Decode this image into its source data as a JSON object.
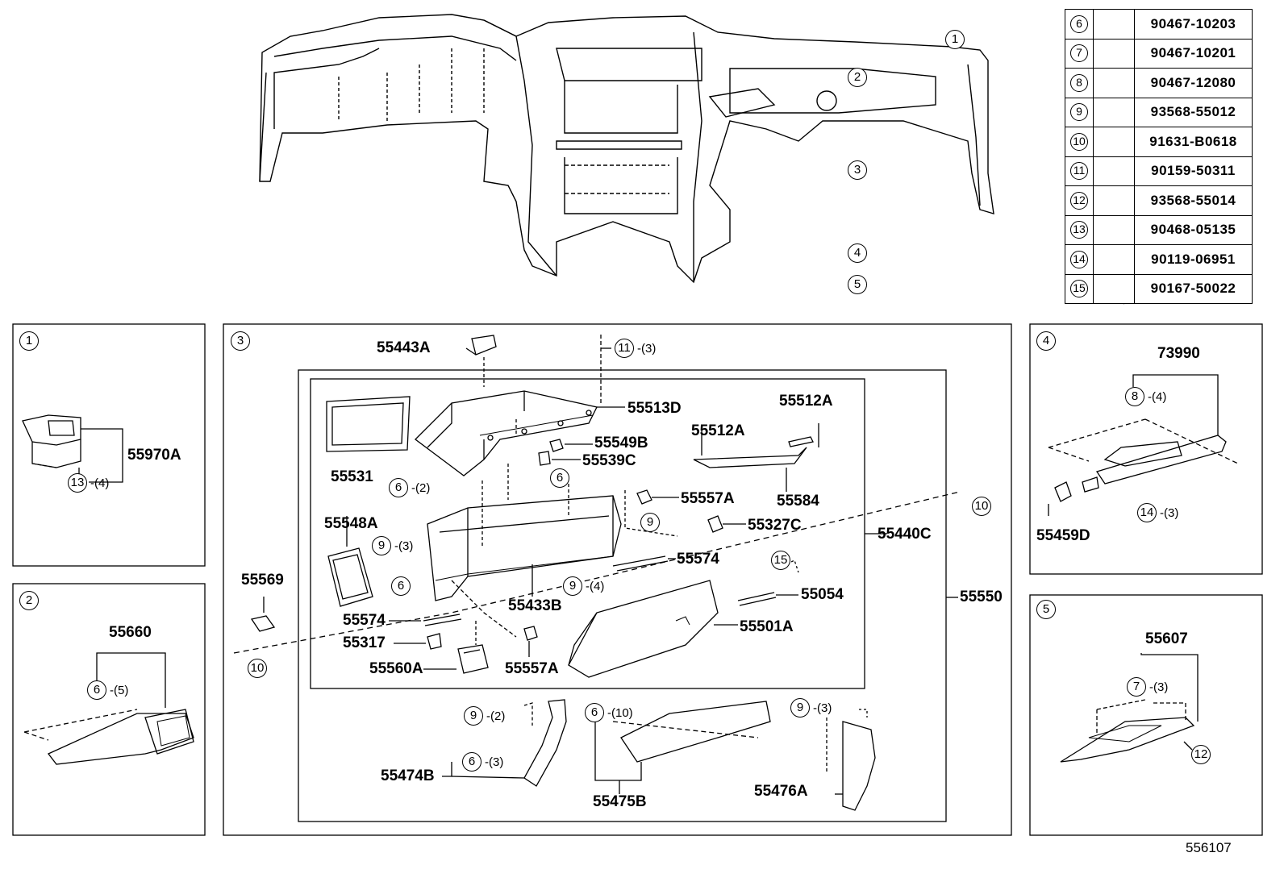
{
  "fastener_table": [
    {
      "num": "6",
      "part": "90467-10203",
      "icon": "clip-icon"
    },
    {
      "num": "7",
      "part": "90467-10201",
      "icon": "clip-icon"
    },
    {
      "num": "8",
      "part": "90467-12080",
      "icon": "clip-icon"
    },
    {
      "num": "9",
      "part": "93568-55012",
      "icon": "screw-icon"
    },
    {
      "num": "10",
      "part": "91631-B0618",
      "icon": "screw-icon"
    },
    {
      "num": "11",
      "part": "90159-50311",
      "icon": "screw-icon"
    },
    {
      "num": "12",
      "part": "93568-55014",
      "icon": "screw-icon"
    },
    {
      "num": "13",
      "part": "90468-05135",
      "icon": "clip-icon"
    },
    {
      "num": "14",
      "part": "90119-06951",
      "icon": "screw-icon"
    },
    {
      "num": "15",
      "part": "90167-50022",
      "icon": "screw-icon"
    }
  ],
  "overview_callouts": [
    "1",
    "2",
    "3",
    "4",
    "5"
  ],
  "panel1": {
    "num": "1",
    "part": "55970A",
    "clip": "13",
    "qty": "-(4)"
  },
  "panel2": {
    "num": "2",
    "part": "55660",
    "clip": "6",
    "qty": "-(5)"
  },
  "panel3": {
    "num": "3",
    "labels": {
      "p55443A": "55443A",
      "p55513D": "55513D",
      "p55549B": "55549B",
      "p55539C": "55539C",
      "p55531": "55531",
      "p55512A_1": "55512A",
      "p55512A_2": "55512A",
      "p55584": "55584",
      "p55557A_1": "55557A",
      "p55548A": "55548A",
      "p55327C": "55327C",
      "p55440C": "55440C",
      "p55574_1": "55574",
      "p55569": "55569",
      "p55433B": "55433B",
      "p55054": "55054",
      "p55574_2": "55574",
      "p55501A": "55501A",
      "p55317": "55317",
      "p55560A": "55560A",
      "p55557A_2": "55557A",
      "p55550": "55550",
      "p55474B": "55474B",
      "p55475B": "55475B",
      "p55476A": "55476A"
    },
    "callouts": {
      "c11": {
        "num": "11",
        "qty": "-(3)"
      },
      "c6a": {
        "num": "6",
        "qty": "-(2)"
      },
      "c6b": {
        "num": "6",
        "qty": ""
      },
      "c9a": {
        "num": "9",
        "qty": ""
      },
      "c9b": {
        "num": "9",
        "qty": "-(3)"
      },
      "c6c": {
        "num": "6",
        "qty": ""
      },
      "c9c": {
        "num": "9",
        "qty": "-(4)"
      },
      "c10a": {
        "num": "10",
        "qty": ""
      },
      "c15": {
        "num": "15",
        "qty": ""
      },
      "c10b": {
        "num": "10",
        "qty": ""
      },
      "c9d": {
        "num": "9",
        "qty": "-(2)"
      },
      "c6d": {
        "num": "6",
        "qty": "-(3)"
      },
      "c6e": {
        "num": "6",
        "qty": "-(10)"
      },
      "c9e": {
        "num": "9",
        "qty": "-(3)"
      }
    }
  },
  "panel4": {
    "num": "4",
    "part_top": "73990",
    "clip": "8",
    "clip_qty": "-(4)",
    "part_side": "55459D",
    "screw": "14",
    "screw_qty": "-(3)"
  },
  "panel5": {
    "num": "5",
    "part": "55607",
    "clip": "7",
    "clip_qty": "-(3)",
    "screw": "12"
  },
  "reference": "556107"
}
